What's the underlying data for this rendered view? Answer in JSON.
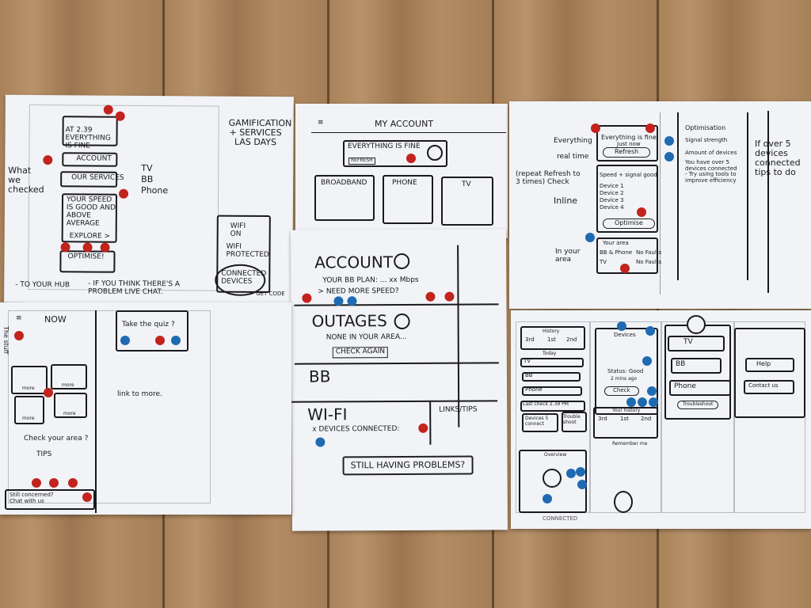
{
  "sheet1": {
    "status": "AT 2.39 EVERYTHING IS FINE",
    "account": "ACCOUNT",
    "services": "OUR SERVICES",
    "services_list": [
      "TV",
      "BB",
      "Phone"
    ],
    "what_checked": "What we checked",
    "speed": "YOUR SPEED IS GOOD AND ABOVE AVERAGE",
    "explore": "EXPLORE >",
    "optimise": "OPTIMISE!",
    "gamification": "GAMIFICATION + SERVICES LAS DAYS",
    "wifi_on": "WIFI ON",
    "wifi_protected": "WIFI PROTECTED",
    "connected": "CONNECTED DEVICES",
    "get_code": "GET CODE",
    "to_hub": "- TO YOUR HUB",
    "live_chat": "- IF YOU THINK THERE'S A PROBLEM LIVE CHAT."
  },
  "sheet2": {
    "title": "MY ACCOUNT",
    "status": "EVERYTHING IS FINE",
    "refresh": "REFRESH",
    "cards": [
      "BROADBAND",
      "PHONE",
      "TV"
    ]
  },
  "sheet3": {
    "account": "ACCOUNT",
    "plan": "YOUR BB PLAN: ...  xx Mbps",
    "need_speed": "> NEED MORE SPEED?",
    "outages": "OUTAGES",
    "none": "NONE IN YOUR AREA...",
    "check_again": "CHECK AGAIN",
    "bb": "BB",
    "wifi": "WI-FI",
    "devices": "x DEVICES CONNECTED:",
    "links": "LINKS/TIPS",
    "still": "STILL HAVING PROBLEMS?"
  },
  "sheet4": {
    "annot_everything": "Everything",
    "annot_realtime": "real time",
    "annot_repeat": "(repeat Refresh to 3 times) Check",
    "annot_inline": "Inline",
    "annot_area": "In your area",
    "status": "Everything is fine",
    "just_now": "Just now",
    "refresh": "Refresh",
    "speed": "Speed + signal good",
    "devices": [
      "Device 1",
      "Device 2",
      "Device 3",
      "Device 4"
    ],
    "optimise": "Optimise",
    "area": "Your area",
    "bb_phone": "BB & Phone",
    "no_faults": "No Faults",
    "tv": "TV",
    "opt_title": "Optimisation",
    "signal": "Signal strength",
    "amount": "Amount of devices",
    "tip": "You have over 5 devices connected - Try using tools to improve efficiency",
    "note": "If over 5 devices connected tips to do"
  },
  "sheet5": {
    "title": "NOW",
    "quiz": "Take the quiz ?",
    "more": "more",
    "link": "link to more.",
    "check_area": "Check your area ?",
    "tips": "TIPS",
    "concerned": "Still concerned? Chat with us",
    "side": "The stuff"
  },
  "sheet6": {
    "history": "History",
    "days": [
      "3rd",
      "1st",
      "2nd"
    ],
    "today": "Today",
    "rows": [
      "TV",
      "BB",
      "Phone"
    ],
    "last_check": "Last check 2.39 PM",
    "devices": "Devices 5 connect",
    "trouble": "Trouble shoot",
    "devices_title": "Devices",
    "status": "Status: Good",
    "time": "2 mins ago",
    "check": "Check",
    "history2": "Your history",
    "days2": [
      "3rd",
      "1st",
      "2nd"
    ],
    "remember": "Remember me",
    "overview": "Overview",
    "services": [
      "TV",
      "BB",
      "Phone"
    ],
    "troubleshoot": "Troubleshoot",
    "help": "Help",
    "contact": "Contact us",
    "connected": "CONNECTED"
  }
}
